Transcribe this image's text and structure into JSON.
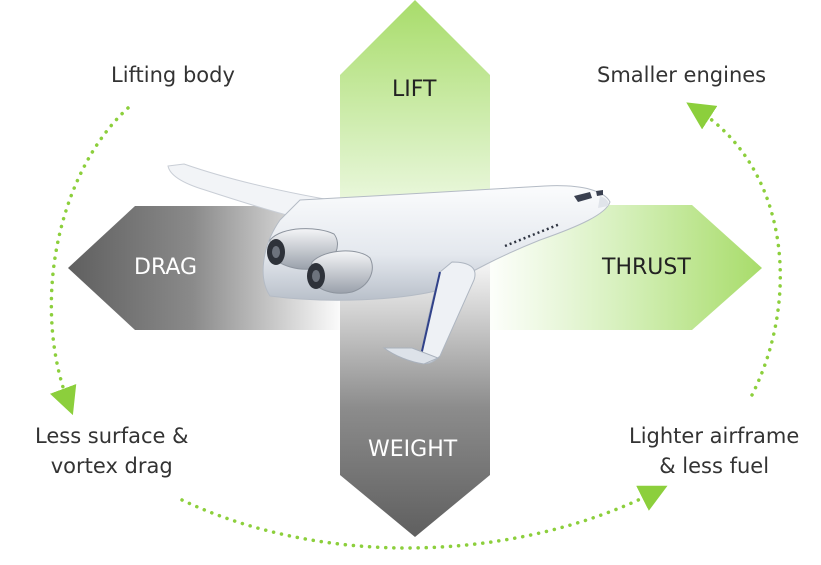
{
  "forces": {
    "lift": "LIFT",
    "drag": "DRAG",
    "thrust": "THRUST",
    "weight": "WEIGHT"
  },
  "benefits": {
    "top_left": "Lifting body",
    "top_right": "Smaller engines",
    "bottom_left_line1": "Less surface &",
    "bottom_left_line2": "vortex drag",
    "bottom_right_line1": "Lighter airframe",
    "bottom_right_line2": "& less fuel"
  },
  "colors": {
    "green_arrow": "#a8dc6a",
    "green_dots": "#8ccf3c",
    "gray_arrow": "#6e6e6e",
    "force_text_dark": "#222222",
    "force_text_light": "#ffffff",
    "label_text": "#333333"
  },
  "icons": {
    "aircraft": "blended-wing-body-aircraft-illustration"
  }
}
